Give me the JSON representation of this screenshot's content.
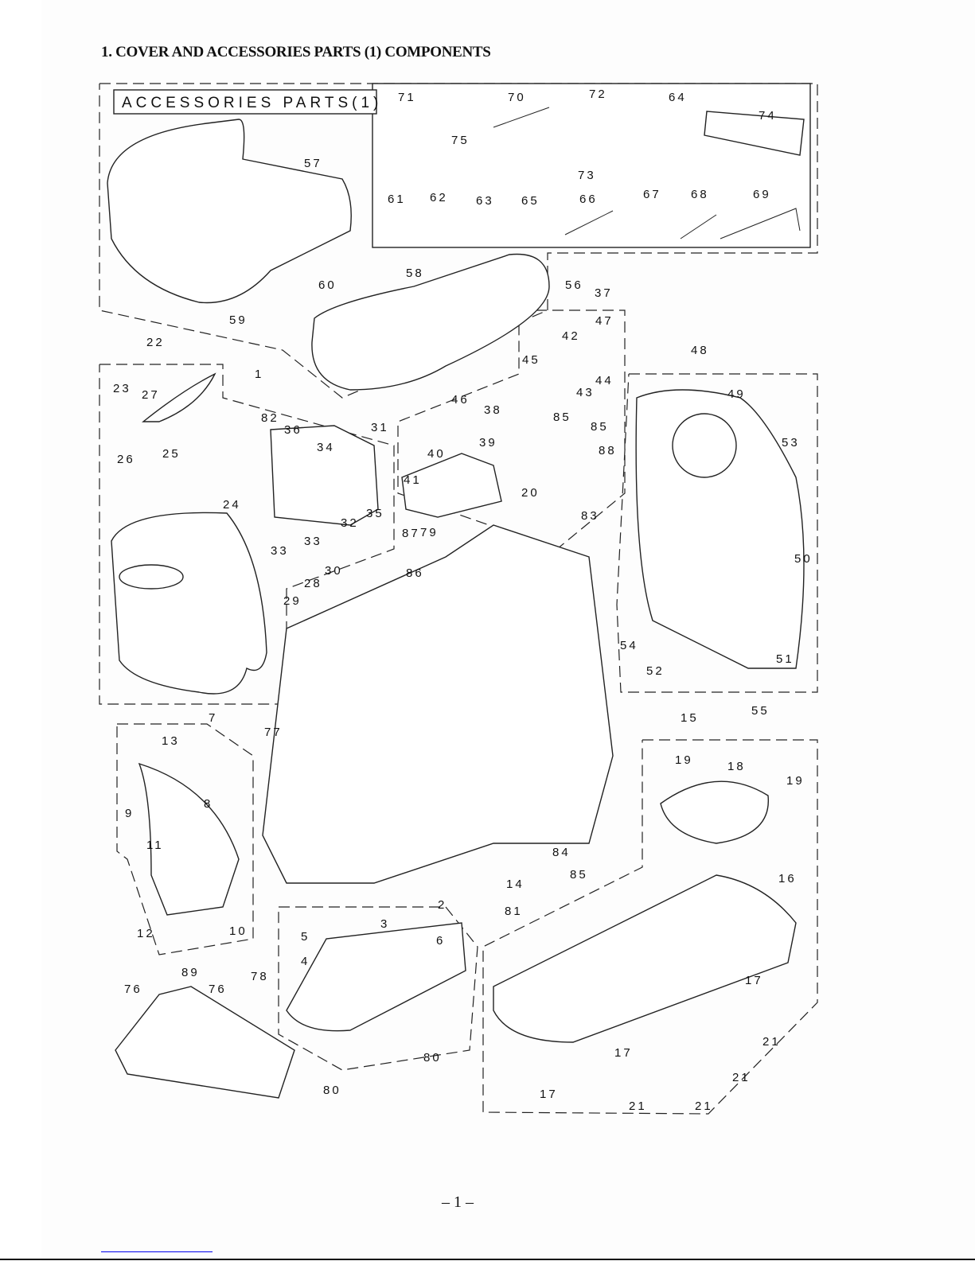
{
  "header": {
    "title": "1. COVER AND ACCESSORIES PARTS (1) COMPONENTS"
  },
  "diagram": {
    "box_label": "ACCESSORIES PARTS(1)",
    "part_labels": [
      "71",
      "70",
      "72",
      "64",
      "74",
      "75",
      "73",
      "57",
      "61",
      "62",
      "63",
      "65",
      "66",
      "67",
      "68",
      "69",
      "58",
      "56",
      "37",
      "60",
      "59",
      "47",
      "42",
      "22",
      "48",
      "45",
      "44",
      "43",
      "1",
      "23",
      "27",
      "49",
      "46",
      "82",
      "36",
      "38",
      "31",
      "85",
      "85",
      "34",
      "39",
      "53",
      "26",
      "25",
      "40",
      "88",
      "41",
      "35",
      "32",
      "24",
      "20",
      "83",
      "79",
      "87",
      "33",
      "33",
      "86",
      "30",
      "28",
      "29",
      "50",
      "54",
      "52",
      "51",
      "55",
      "15",
      "7",
      "77",
      "13",
      "19",
      "18",
      "19",
      "8",
      "9",
      "11",
      "84",
      "85",
      "14",
      "16",
      "81",
      "2",
      "3",
      "5",
      "6",
      "4",
      "12",
      "10",
      "78",
      "89",
      "76",
      "76",
      "17",
      "21",
      "80",
      "17",
      "21",
      "80",
      "17",
      "21",
      "21"
    ]
  },
  "footer": {
    "page_number": "– 1 –"
  }
}
